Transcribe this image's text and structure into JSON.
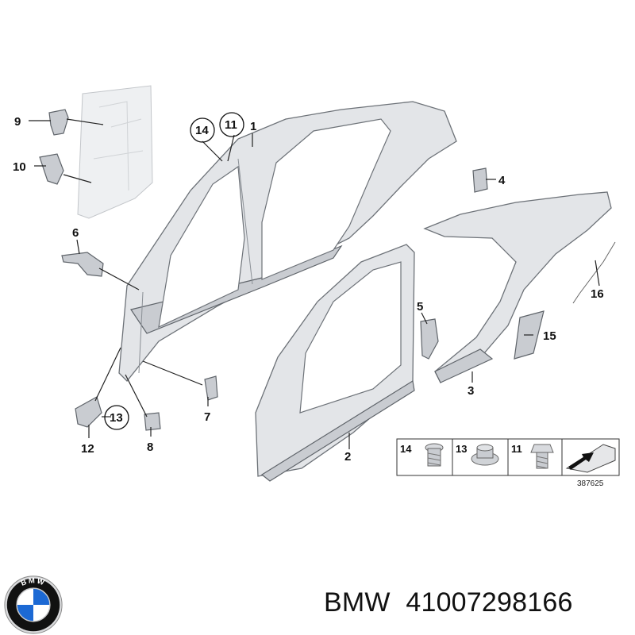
{
  "callouts": {
    "c1": "1",
    "c2": "2",
    "c3": "3",
    "c4": "4",
    "c5": "5",
    "c6": "6",
    "c7": "7",
    "c8": "8",
    "c9": "9",
    "c10": "10",
    "c11": "11",
    "c12": "12",
    "c13": "13",
    "c14": "14",
    "c15": "15",
    "c16": "16"
  },
  "legend": {
    "items": [
      "14",
      "13",
      "11"
    ],
    "ref_number": "387625"
  },
  "caption": {
    "brand": "BMW",
    "part_number": "41007298166"
  },
  "logo": {
    "icon": "bmw-roundel-icon",
    "lettering": "BMW",
    "colors": {
      "blue": "#1c69d4",
      "white": "#ffffff",
      "ring": "#111111",
      "silver": "#d9dadc"
    }
  }
}
